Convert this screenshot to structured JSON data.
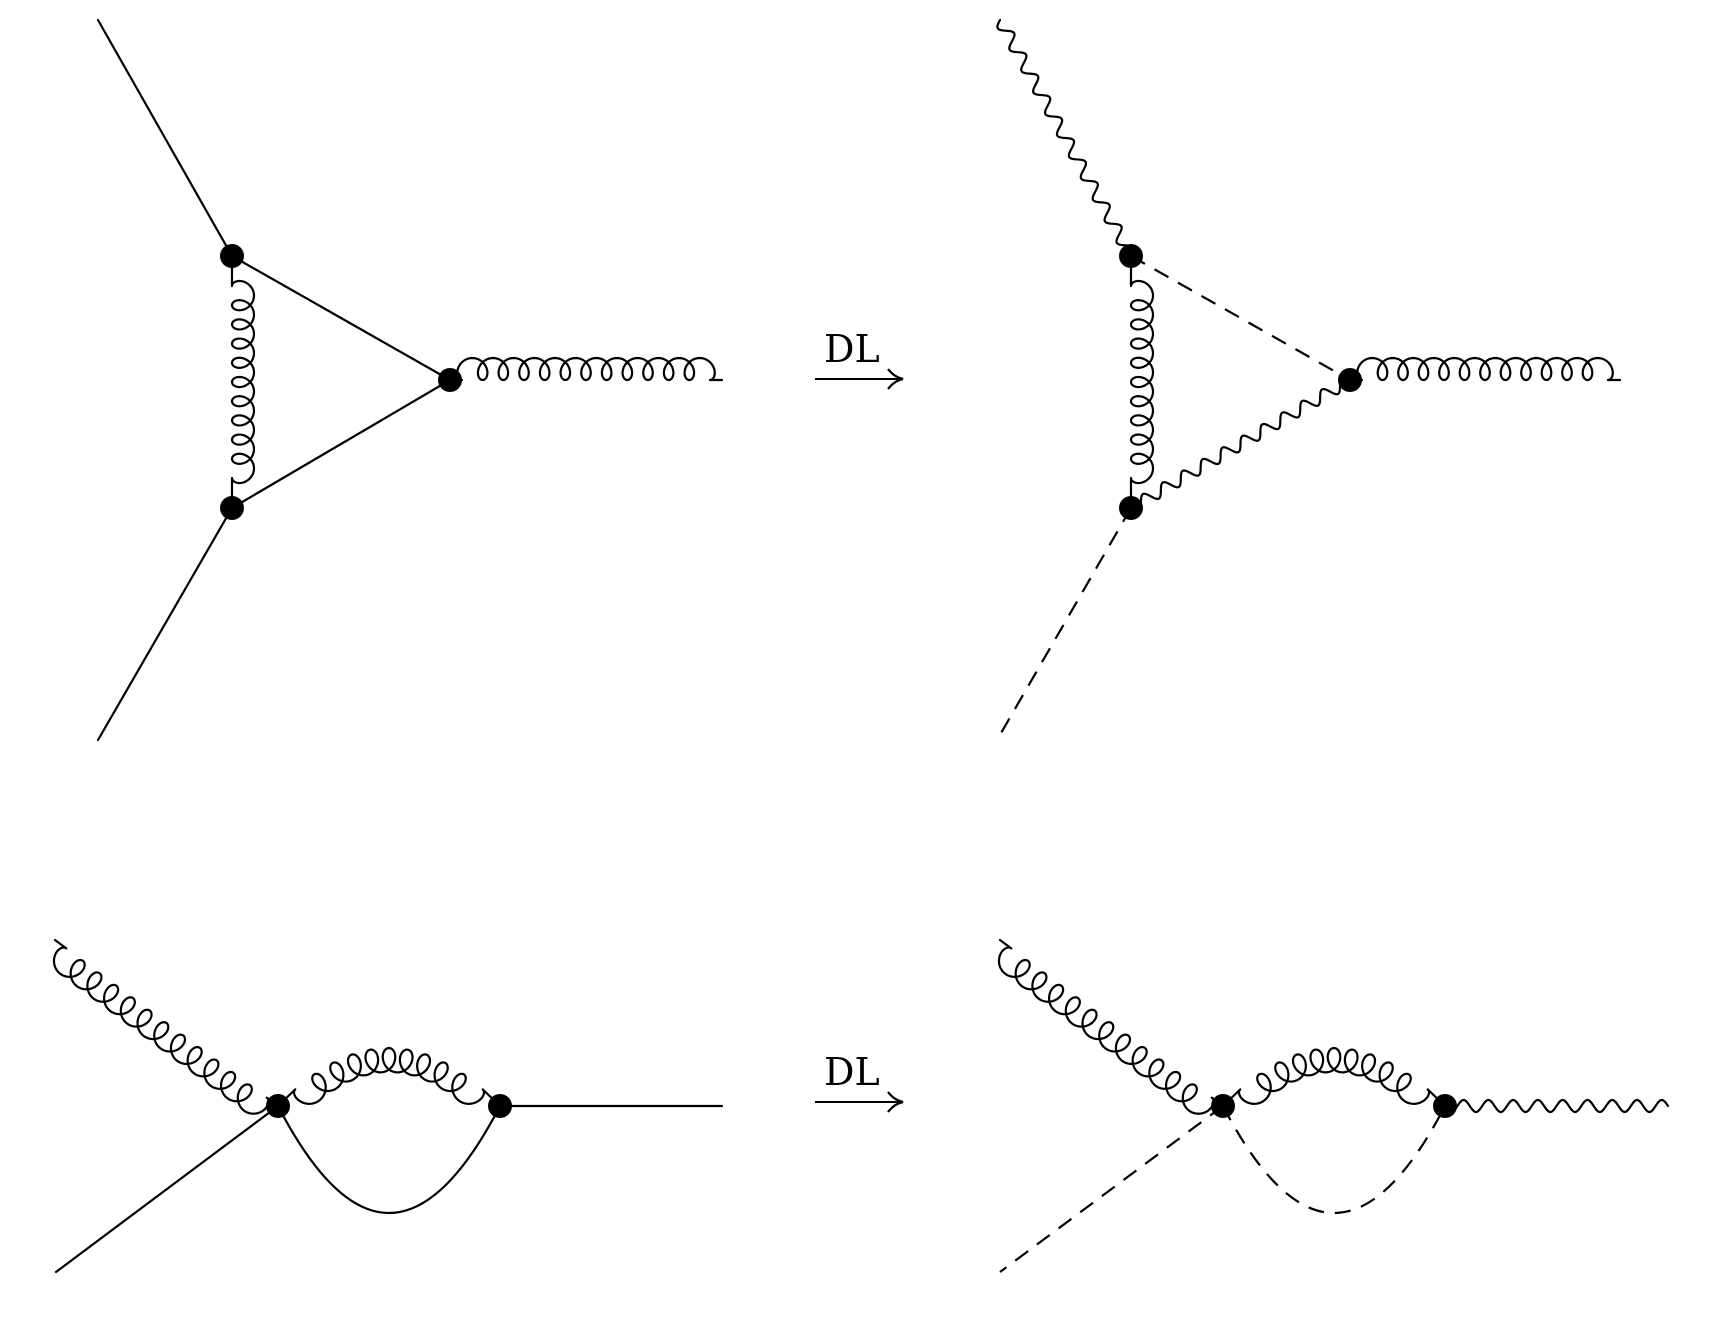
{
  "arrow_label": "DL",
  "line_color": "#000000",
  "diagrams": [
    {
      "name": "top-left-triangle",
      "lines": [
        {
          "name": "top-left-fermion-line",
          "type": "plain"
        },
        {
          "name": "bottom-left-fermion-line",
          "type": "plain"
        },
        {
          "name": "triangle-upper-fermion-line",
          "type": "plain"
        },
        {
          "name": "triangle-lower-fermion-line",
          "type": "plain"
        },
        {
          "name": "triangle-vertical-gluon",
          "type": "gluon"
        },
        {
          "name": "outgoing-gluon",
          "type": "gluon"
        }
      ]
    },
    {
      "name": "top-right-triangle",
      "lines": [
        {
          "name": "incoming-photon-line",
          "type": "photon"
        },
        {
          "name": "bottom-left-scalar-line",
          "type": "dashed"
        },
        {
          "name": "triangle-upper-scalar-line",
          "type": "dashed"
        },
        {
          "name": "triangle-lower-photon-line",
          "type": "photon"
        },
        {
          "name": "triangle-vertical-gluon",
          "type": "gluon"
        },
        {
          "name": "outgoing-gluon",
          "type": "gluon"
        }
      ]
    },
    {
      "name": "bottom-left-bubble",
      "lines": [
        {
          "name": "incoming-gluon",
          "type": "gluon"
        },
        {
          "name": "incoming-fermion-line",
          "type": "plain"
        },
        {
          "name": "loop-upper-gluon",
          "type": "gluon"
        },
        {
          "name": "loop-lower-fermion-arc",
          "type": "plain"
        },
        {
          "name": "outgoing-fermion-line",
          "type": "plain"
        }
      ]
    },
    {
      "name": "bottom-right-bubble",
      "lines": [
        {
          "name": "incoming-gluon",
          "type": "gluon"
        },
        {
          "name": "incoming-scalar-line",
          "type": "dashed"
        },
        {
          "name": "loop-upper-gluon",
          "type": "gluon"
        },
        {
          "name": "loop-lower-scalar-arc",
          "type": "dashed"
        },
        {
          "name": "outgoing-photon-line",
          "type": "photon"
        }
      ]
    }
  ]
}
